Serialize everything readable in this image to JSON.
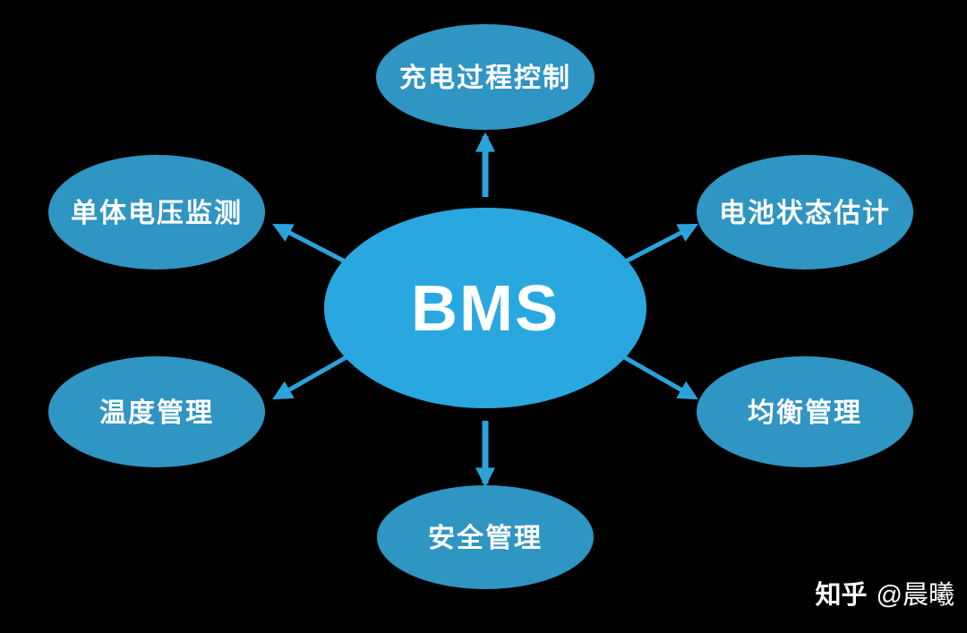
{
  "diagram": {
    "type": "radial-mindmap",
    "center": {
      "label": "BMS"
    },
    "nodes": [
      {
        "id": "charging-process-control",
        "label": "充电过程控制",
        "position": "top"
      },
      {
        "id": "cell-voltage-monitoring",
        "label": "单体电压监测",
        "position": "top-left"
      },
      {
        "id": "battery-state-estimation",
        "label": "电池状态估计",
        "position": "top-right"
      },
      {
        "id": "temperature-management",
        "label": "温度管理",
        "position": "bottom-left"
      },
      {
        "id": "balance-management",
        "label": "均衡管理",
        "position": "bottom-right"
      },
      {
        "id": "safety-management",
        "label": "安全管理",
        "position": "bottom"
      }
    ],
    "colors": {
      "background": "#000000",
      "center_fill": "#29a8e0",
      "node_fill": "#2f95c2",
      "arrow": "#2ba2da",
      "label_text": "#ffffff"
    }
  },
  "watermark": {
    "brand": "知乎",
    "handle": "@晨曦"
  }
}
